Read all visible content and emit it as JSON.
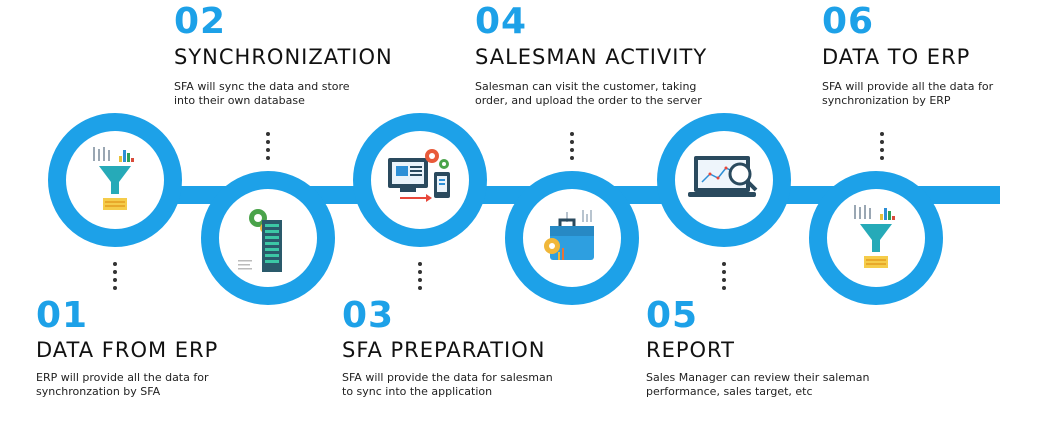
{
  "steps": [
    {
      "number": "01",
      "title": "DATA FROM ERP",
      "description_line1": "ERP will provide all the data for",
      "description_line2": "synchronzation by SFA",
      "icon": "funnel-data-icon"
    },
    {
      "number": "02",
      "title": "SYNCHRONIZATION",
      "description_line1": "SFA will sync the data and store",
      "description_line2": "into their own database",
      "icon": "database-gear-icon"
    },
    {
      "number": "03",
      "title": "SFA PREPARATION",
      "description_line1": "SFA will provide the data for salesman",
      "description_line2": "to sync into the application",
      "icon": "monitor-gears-icon"
    },
    {
      "number": "04",
      "title": "SALESMAN ACTIVITY",
      "description_line1": "Salesman can visit the customer, taking",
      "description_line2": "order, and upload the order to the server",
      "icon": "briefcase-icon"
    },
    {
      "number": "05",
      "title": "REPORT",
      "description_line1": "Sales Manager can review their saleman",
      "description_line2": "performance, sales target, etc",
      "icon": "laptop-analytics-icon"
    },
    {
      "number": "06",
      "title": "DATA TO ERP",
      "description_line1": "SFA will provide all the data for",
      "description_line2": "synchronization by ERP",
      "icon": "funnel-data-icon"
    }
  ],
  "colors": {
    "accent": "#1da1e8",
    "text": "#111111"
  }
}
